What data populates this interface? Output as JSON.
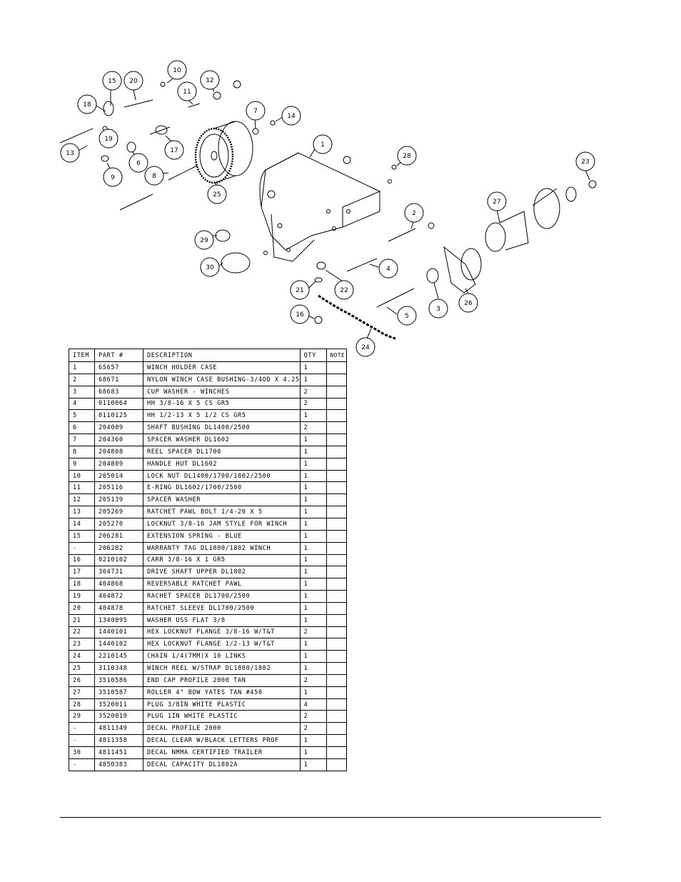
{
  "diagram": {
    "callouts": [
      "1",
      "2",
      "3",
      "4",
      "5",
      "6",
      "7",
      "8",
      "9",
      "10",
      "11",
      "12",
      "13",
      "14",
      "15",
      "16",
      "17",
      "18",
      "19",
      "20",
      "21",
      "22",
      "23",
      "24",
      "25",
      "26",
      "27",
      "28",
      "29",
      "30"
    ]
  },
  "table": {
    "headers": {
      "item": "ITEM",
      "part": "PART #",
      "description": "DESCRIPTION",
      "qty": "QTY",
      "note": "NOTE"
    },
    "rows": [
      {
        "item": "1",
        "part": "65657",
        "desc": "WINCH HOLDER CASE",
        "qty": "1"
      },
      {
        "item": "2",
        "part": "68671",
        "desc": "NYLON WINCH CASE BUSHING-3/4OD X 4.25",
        "qty": "1"
      },
      {
        "item": "3",
        "part": "68683",
        "desc": "CUP WASHER - WINCHES",
        "qty": "2"
      },
      {
        "item": "4",
        "part": "0110064",
        "desc": "HH 3/8-16 X 5 CS GR5",
        "qty": "2"
      },
      {
        "item": "5",
        "part": "0110125",
        "desc": "HH 1/2-13 X 5 1/2 CS GR5",
        "qty": "1"
      },
      {
        "item": "6",
        "part": "204009",
        "desc": "SHAFT BUSHING  DL1400/2500",
        "qty": "2"
      },
      {
        "item": "7",
        "part": "204360",
        "desc": "SPACER WASHER  DL1602",
        "qty": "1"
      },
      {
        "item": "8",
        "part": "204808",
        "desc": "REEL SPACER  DL1700",
        "qty": "1"
      },
      {
        "item": "9",
        "part": "204809",
        "desc": "HANDLE HUT  DL1602",
        "qty": "1"
      },
      {
        "item": "10",
        "part": "205014",
        "desc": "LOCK NUT  DL1400/1700/1802/2500",
        "qty": "1"
      },
      {
        "item": "11",
        "part": "205116",
        "desc": "E-RING DL1602/1700/2500",
        "qty": "1"
      },
      {
        "item": "12",
        "part": "205139",
        "desc": "SPACER WASHER",
        "qty": "1"
      },
      {
        "item": "13",
        "part": "205269",
        "desc": "RATCHET PAWL BOLT 1/4-20 X 5",
        "qty": "1"
      },
      {
        "item": "14",
        "part": "205270",
        "desc": "LOCKNUT 3/8-16 JAM STYLE FOR WINCH",
        "qty": "1"
      },
      {
        "item": "15",
        "part": "206281",
        "desc": "EXTENSION SPRING - BLUE",
        "qty": "1"
      },
      {
        "item": "-",
        "part": "206282",
        "desc": "WARRANTY TAG DL1800/1802 WINCH",
        "qty": "1"
      },
      {
        "item": "16",
        "part": "0210102",
        "desc": "CARR 3/8-16 X 1 GR5",
        "qty": "1"
      },
      {
        "item": "17",
        "part": "304731",
        "desc": "DRIVE SHAFT UPPER  DL1802",
        "qty": "1"
      },
      {
        "item": "18",
        "part": "404868",
        "desc": "REVERSABLE RATCHET PAWL",
        "qty": "1"
      },
      {
        "item": "19",
        "part": "404872",
        "desc": "RACHET SPACER  DL1700/2500",
        "qty": "1"
      },
      {
        "item": "20",
        "part": "404878",
        "desc": "RATCHET SLEEVE  DL1700/2500",
        "qty": "1"
      },
      {
        "item": "21",
        "part": "1340095",
        "desc": "WASHER USS FLAT 3/8",
        "qty": "1"
      },
      {
        "item": "22",
        "part": "1440101",
        "desc": "HEX LOCKNUT FLANGE 3/8-16 W/T&T",
        "qty": "2"
      },
      {
        "item": "23",
        "part": "1440102",
        "desc": "HEX LOCKNUT FLANGE 1/2-13 W/T&T",
        "qty": "1"
      },
      {
        "item": "24",
        "part": "2210145",
        "desc": "CHAIN 1/4(7MM)X 10 LINKS",
        "qty": "1"
      },
      {
        "item": "25",
        "part": "3110348",
        "desc": "WINCH REEL W/STRAP  DL1800/1802",
        "qty": "1"
      },
      {
        "item": "26",
        "part": "3510586",
        "desc": "END CAP PROFILE 2000 TAN",
        "qty": "2"
      },
      {
        "item": "27",
        "part": "3510587",
        "desc": "ROLLER 4\" BOW YATES TAN #450",
        "qty": "1"
      },
      {
        "item": "28",
        "part": "3520011",
        "desc": "PLUG  3/8IN WHITE PLASTIC",
        "qty": "4"
      },
      {
        "item": "29",
        "part": "3520019",
        "desc": "PLUG  1IN WHITE PLASTIC",
        "qty": "2"
      },
      {
        "item": "-",
        "part": "4811349",
        "desc": "DECAL PROFILE 2000",
        "qty": "2"
      },
      {
        "item": "-",
        "part": "4811358",
        "desc": "DECAL CLEAR W/BLACK LETTERS PROF",
        "qty": "1"
      },
      {
        "item": "30",
        "part": "4811451",
        "desc": " DECAL NMMA CERTIFIED TRAILER",
        "qty": "1"
      },
      {
        "item": "-",
        "part": "4850383",
        "desc": "DECAL CAPACITY DL1802A",
        "qty": "1"
      }
    ]
  }
}
